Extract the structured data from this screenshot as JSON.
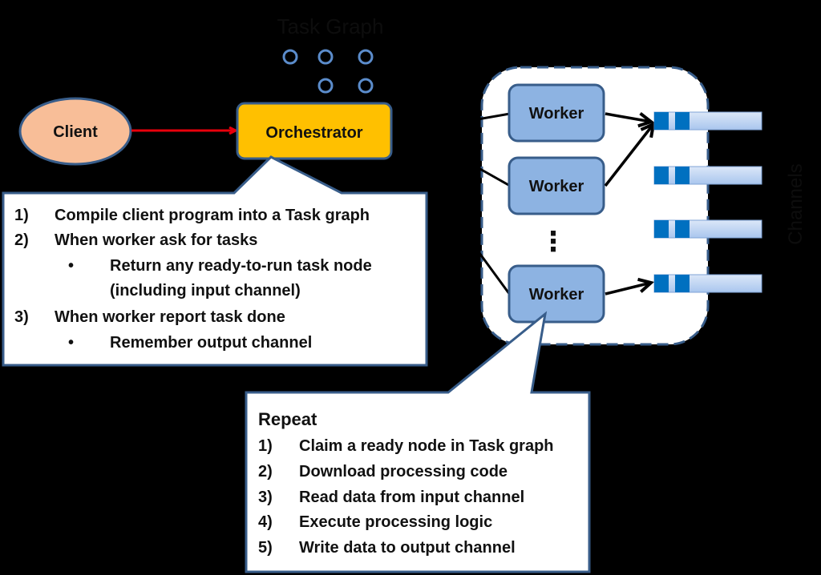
{
  "title": "Task Graph",
  "channels_label": "Channels",
  "client": {
    "label": "Client"
  },
  "orchestrator": {
    "label": "Orchestrator"
  },
  "workers": [
    {
      "label": "Worker"
    },
    {
      "label": "Worker"
    },
    {
      "label": "Worker"
    }
  ],
  "ellipsis": "⋮",
  "colors": {
    "background": "#000000",
    "client_fill": "#f8be98",
    "orchestrator_fill": "#ffc000",
    "worker_fill": "#8db3e2",
    "node_border": "#385d8a",
    "arrow_red": "#e8000b",
    "channel_dark": "#0070c0",
    "channel_light": "#c6d9f1"
  },
  "orchestrator_callout": {
    "items": [
      {
        "num": "1)",
        "text": "Compile client program into a Task graph",
        "level": 0
      },
      {
        "num": "2)",
        "text": "When worker ask for tasks",
        "level": 0
      },
      {
        "num": "•",
        "text": "Return any ready-to-run task node",
        "level": 1
      },
      {
        "num": "",
        "text": "(including input channel)",
        "level": 1
      },
      {
        "num": "3)",
        "text": "When worker report task done",
        "level": 0
      },
      {
        "num": "•",
        "text": "Remember output channel",
        "level": 1
      }
    ]
  },
  "worker_callout": {
    "heading": "Repeat",
    "items": [
      {
        "num": "1)",
        "text": "Claim a ready node in Task graph"
      },
      {
        "num": "2)",
        "text": "Download processing code"
      },
      {
        "num": "3)",
        "text": "Read data from input channel"
      },
      {
        "num": "4)",
        "text": "Execute processing logic"
      },
      {
        "num": "5)",
        "text": "Write data to output channel"
      }
    ]
  }
}
